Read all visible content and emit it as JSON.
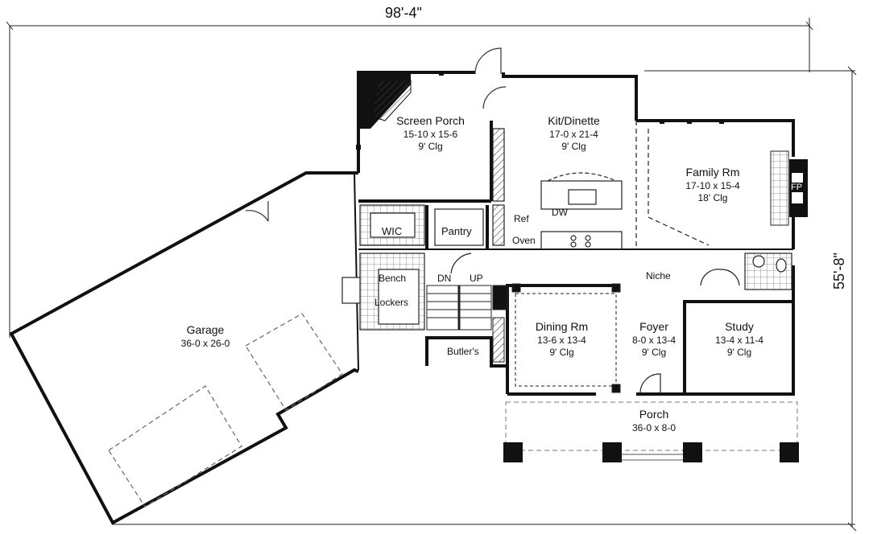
{
  "dimensions": {
    "width": "98'-4\"",
    "depth": "55'-8\""
  },
  "rooms": {
    "screen_porch": {
      "name": "Screen Porch",
      "size": "15-10 x 15-6",
      "ceiling": "9' Clg"
    },
    "kit_dinette": {
      "name": "Kit/Dinette",
      "size": "17-0 x 21-4",
      "ceiling": "9' Clg"
    },
    "family_rm": {
      "name": "Family Rm",
      "size": "17-10 x 15-4",
      "ceiling": "18' Clg"
    },
    "garage": {
      "name": "Garage",
      "size": "36-0 x 26-0"
    },
    "dining_rm": {
      "name": "Dining Rm",
      "size": "13-6 x 13-4",
      "ceiling": "9' Clg"
    },
    "foyer": {
      "name": "Foyer",
      "size": "8-0 x 13-4",
      "ceiling": "9' Clg"
    },
    "study": {
      "name": "Study",
      "size": "13-4 x 11-4",
      "ceiling": "9' Clg"
    },
    "porch": {
      "name": "Porch",
      "size": "36-0 x 8-0"
    }
  },
  "labels": {
    "fp_screen": "FP",
    "fp_family": "FP",
    "wic": "WIC",
    "pantry": "Pantry",
    "ref": "Ref",
    "oven": "Oven",
    "dw": "DW",
    "bench": "Bench",
    "lockers": "Lockers",
    "dn": "DN",
    "up": "UP",
    "butlers": "Butler's",
    "niche": "Niche"
  }
}
